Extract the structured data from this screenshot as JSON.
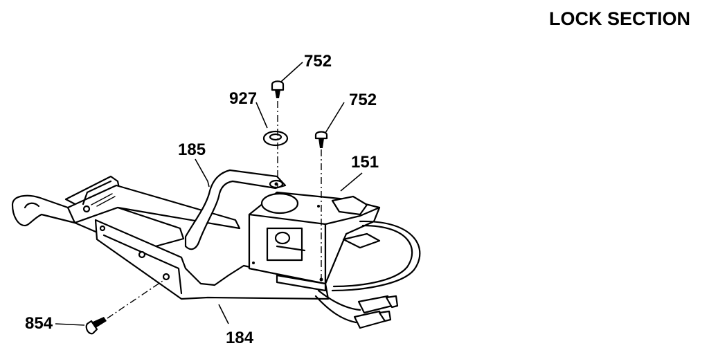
{
  "title": "LOCK SECTION",
  "callouts": {
    "p752_top": "752",
    "p927": "927",
    "p752_right": "752",
    "p185": "185",
    "p151": "151",
    "p854": "854",
    "p184": "184"
  },
  "colors": {
    "ink": "#000000",
    "paper": "#ffffff"
  }
}
